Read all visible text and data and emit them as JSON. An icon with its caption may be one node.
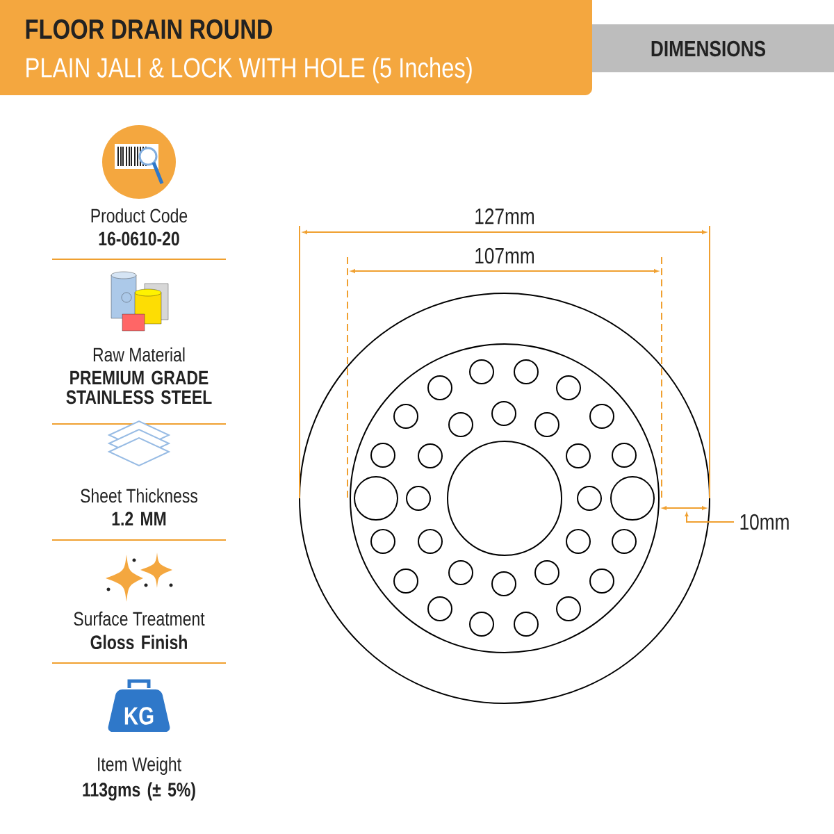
{
  "diagram": {
    "title": "FLOOR DRAIN ROUND",
    "labels": [
      "PLAIN JALI & LOCK WITH HOLE (5 Inches)",
      "DIMENSIONS",
      "Product Code",
      "16-0610-20",
      "Raw Material",
      "PREMIUM GRADE STAINLESS STEEL",
      "Sheet Thickness",
      "1.2 MM",
      "Surface Treatment",
      "Gloss Finish",
      "KG",
      "Item Weight",
      "113gms (± 5%)",
      "127mm",
      "107mm",
      "10mm"
    ]
  }
}
